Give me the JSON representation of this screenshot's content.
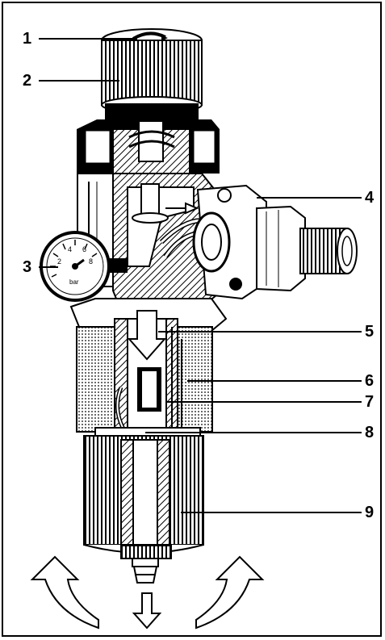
{
  "figure": {
    "callouts": [
      {
        "id": "c1",
        "label": "1"
      },
      {
        "id": "c2",
        "label": "2"
      },
      {
        "id": "c3",
        "label": "3"
      },
      {
        "id": "c4",
        "label": "4"
      },
      {
        "id": "c5",
        "label": "5"
      },
      {
        "id": "c6",
        "label": "6"
      },
      {
        "id": "c7",
        "label": "7"
      },
      {
        "id": "c8",
        "label": "8"
      },
      {
        "id": "c9",
        "label": "9"
      }
    ],
    "gauge": {
      "scale_marks": [
        "2",
        "4",
        "6",
        "8"
      ],
      "unit": "bar"
    },
    "colors": {
      "ink": "#000000",
      "paper": "#ffffff",
      "shade": "#8a8a8a"
    }
  }
}
